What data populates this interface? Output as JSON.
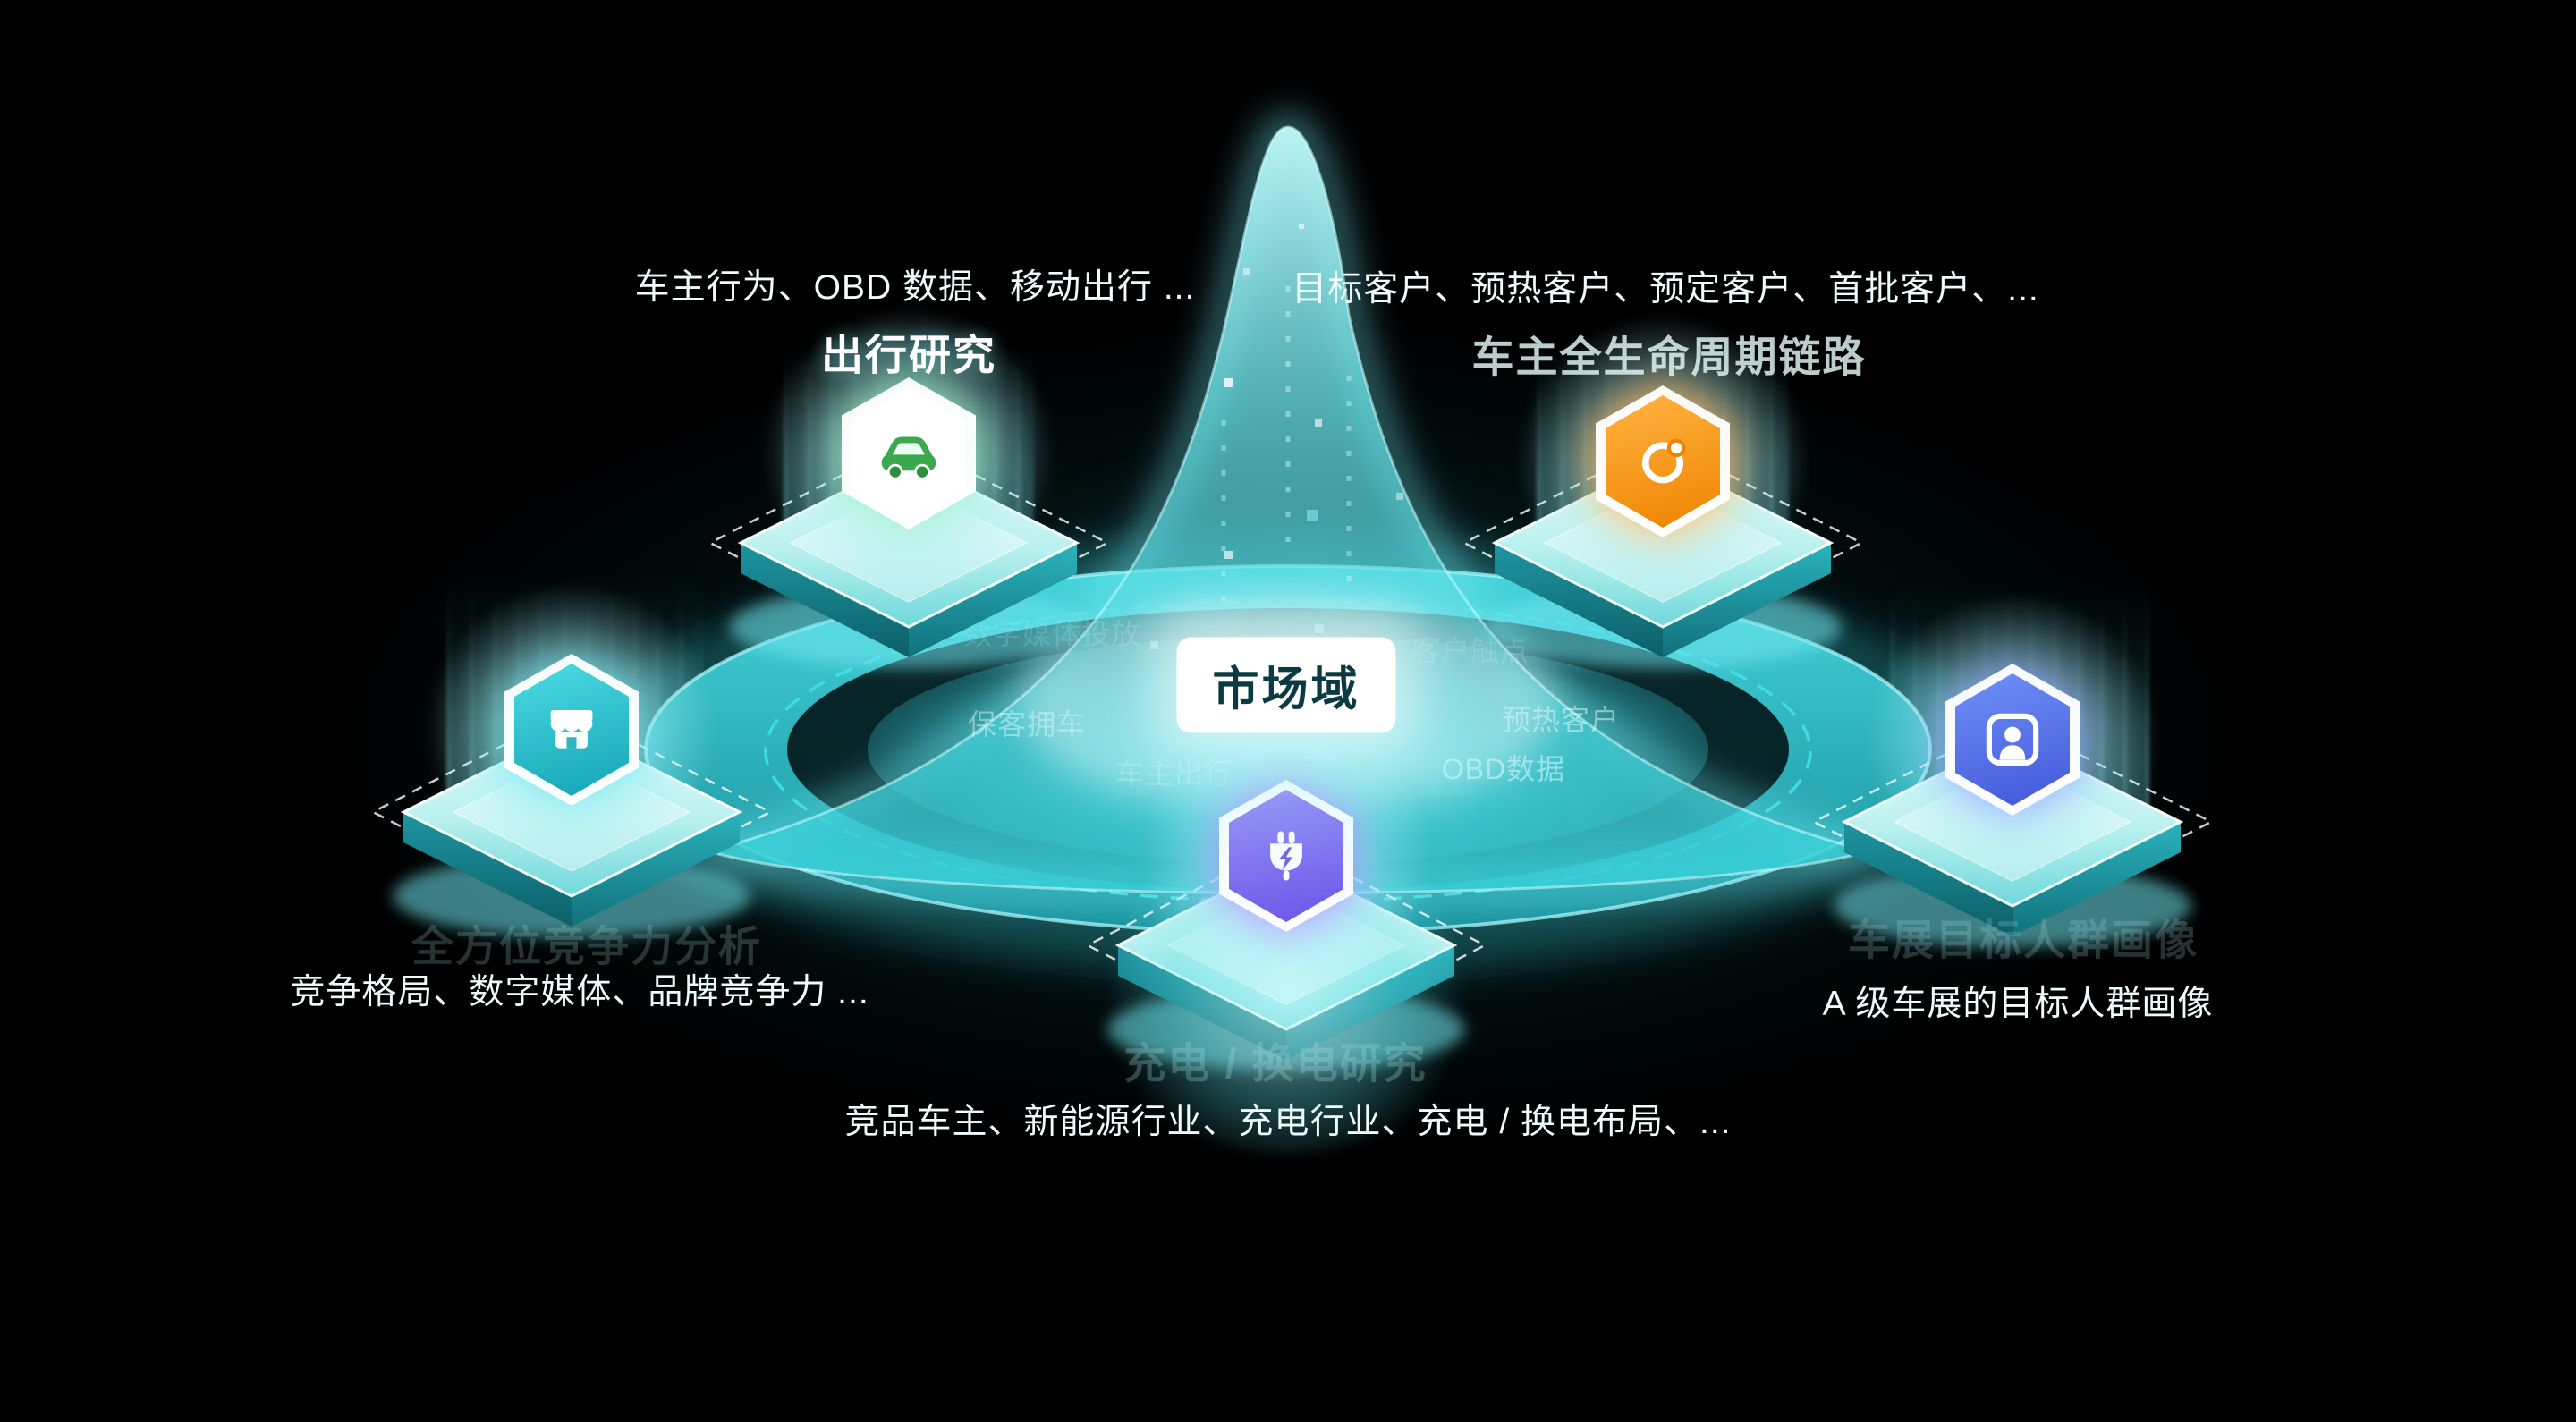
{
  "center": {
    "label": "市场域"
  },
  "nodes": [
    {
      "id": "travel-research",
      "title": "出行研究",
      "desc": "车主行为、OBD 数据、移动出行 ...",
      "icon": "car-icon",
      "accent": "#3aa94b"
    },
    {
      "id": "owner-lifecycle",
      "title": "车主全生命周期链路",
      "desc": "目标客户、预热客户、预定客户、首批客户、...",
      "icon": "orbit-icon",
      "accent": "#ef8300"
    },
    {
      "id": "competitiveness",
      "title": "全方位竞争力分析",
      "desc": "竞争格局、数字媒体、品牌竞争力 ...",
      "icon": "storefront-icon",
      "accent": "#1fb5c0"
    },
    {
      "id": "charging-research",
      "title": "充电 / 换电研究",
      "desc": "竞品车主、新能源行业、充电行业、充电 / 换电布局、...",
      "icon": "charging-plug-icon",
      "accent": "#7a5cf0"
    },
    {
      "id": "audience-portrait",
      "title": "车展目标人群画像",
      "desc": "A 级车展的目标人群画像",
      "icon": "person-badge-icon",
      "accent": "#4c6ef5"
    }
  ],
  "ring_labels": [
    "数字媒体投放",
    "保客拥车",
    "预热客户",
    "OBD数据",
    "车主出行",
    "客户触点"
  ],
  "colors": {
    "background": "#000000",
    "teal": "#35d2da",
    "glow": "#7af0f5"
  }
}
